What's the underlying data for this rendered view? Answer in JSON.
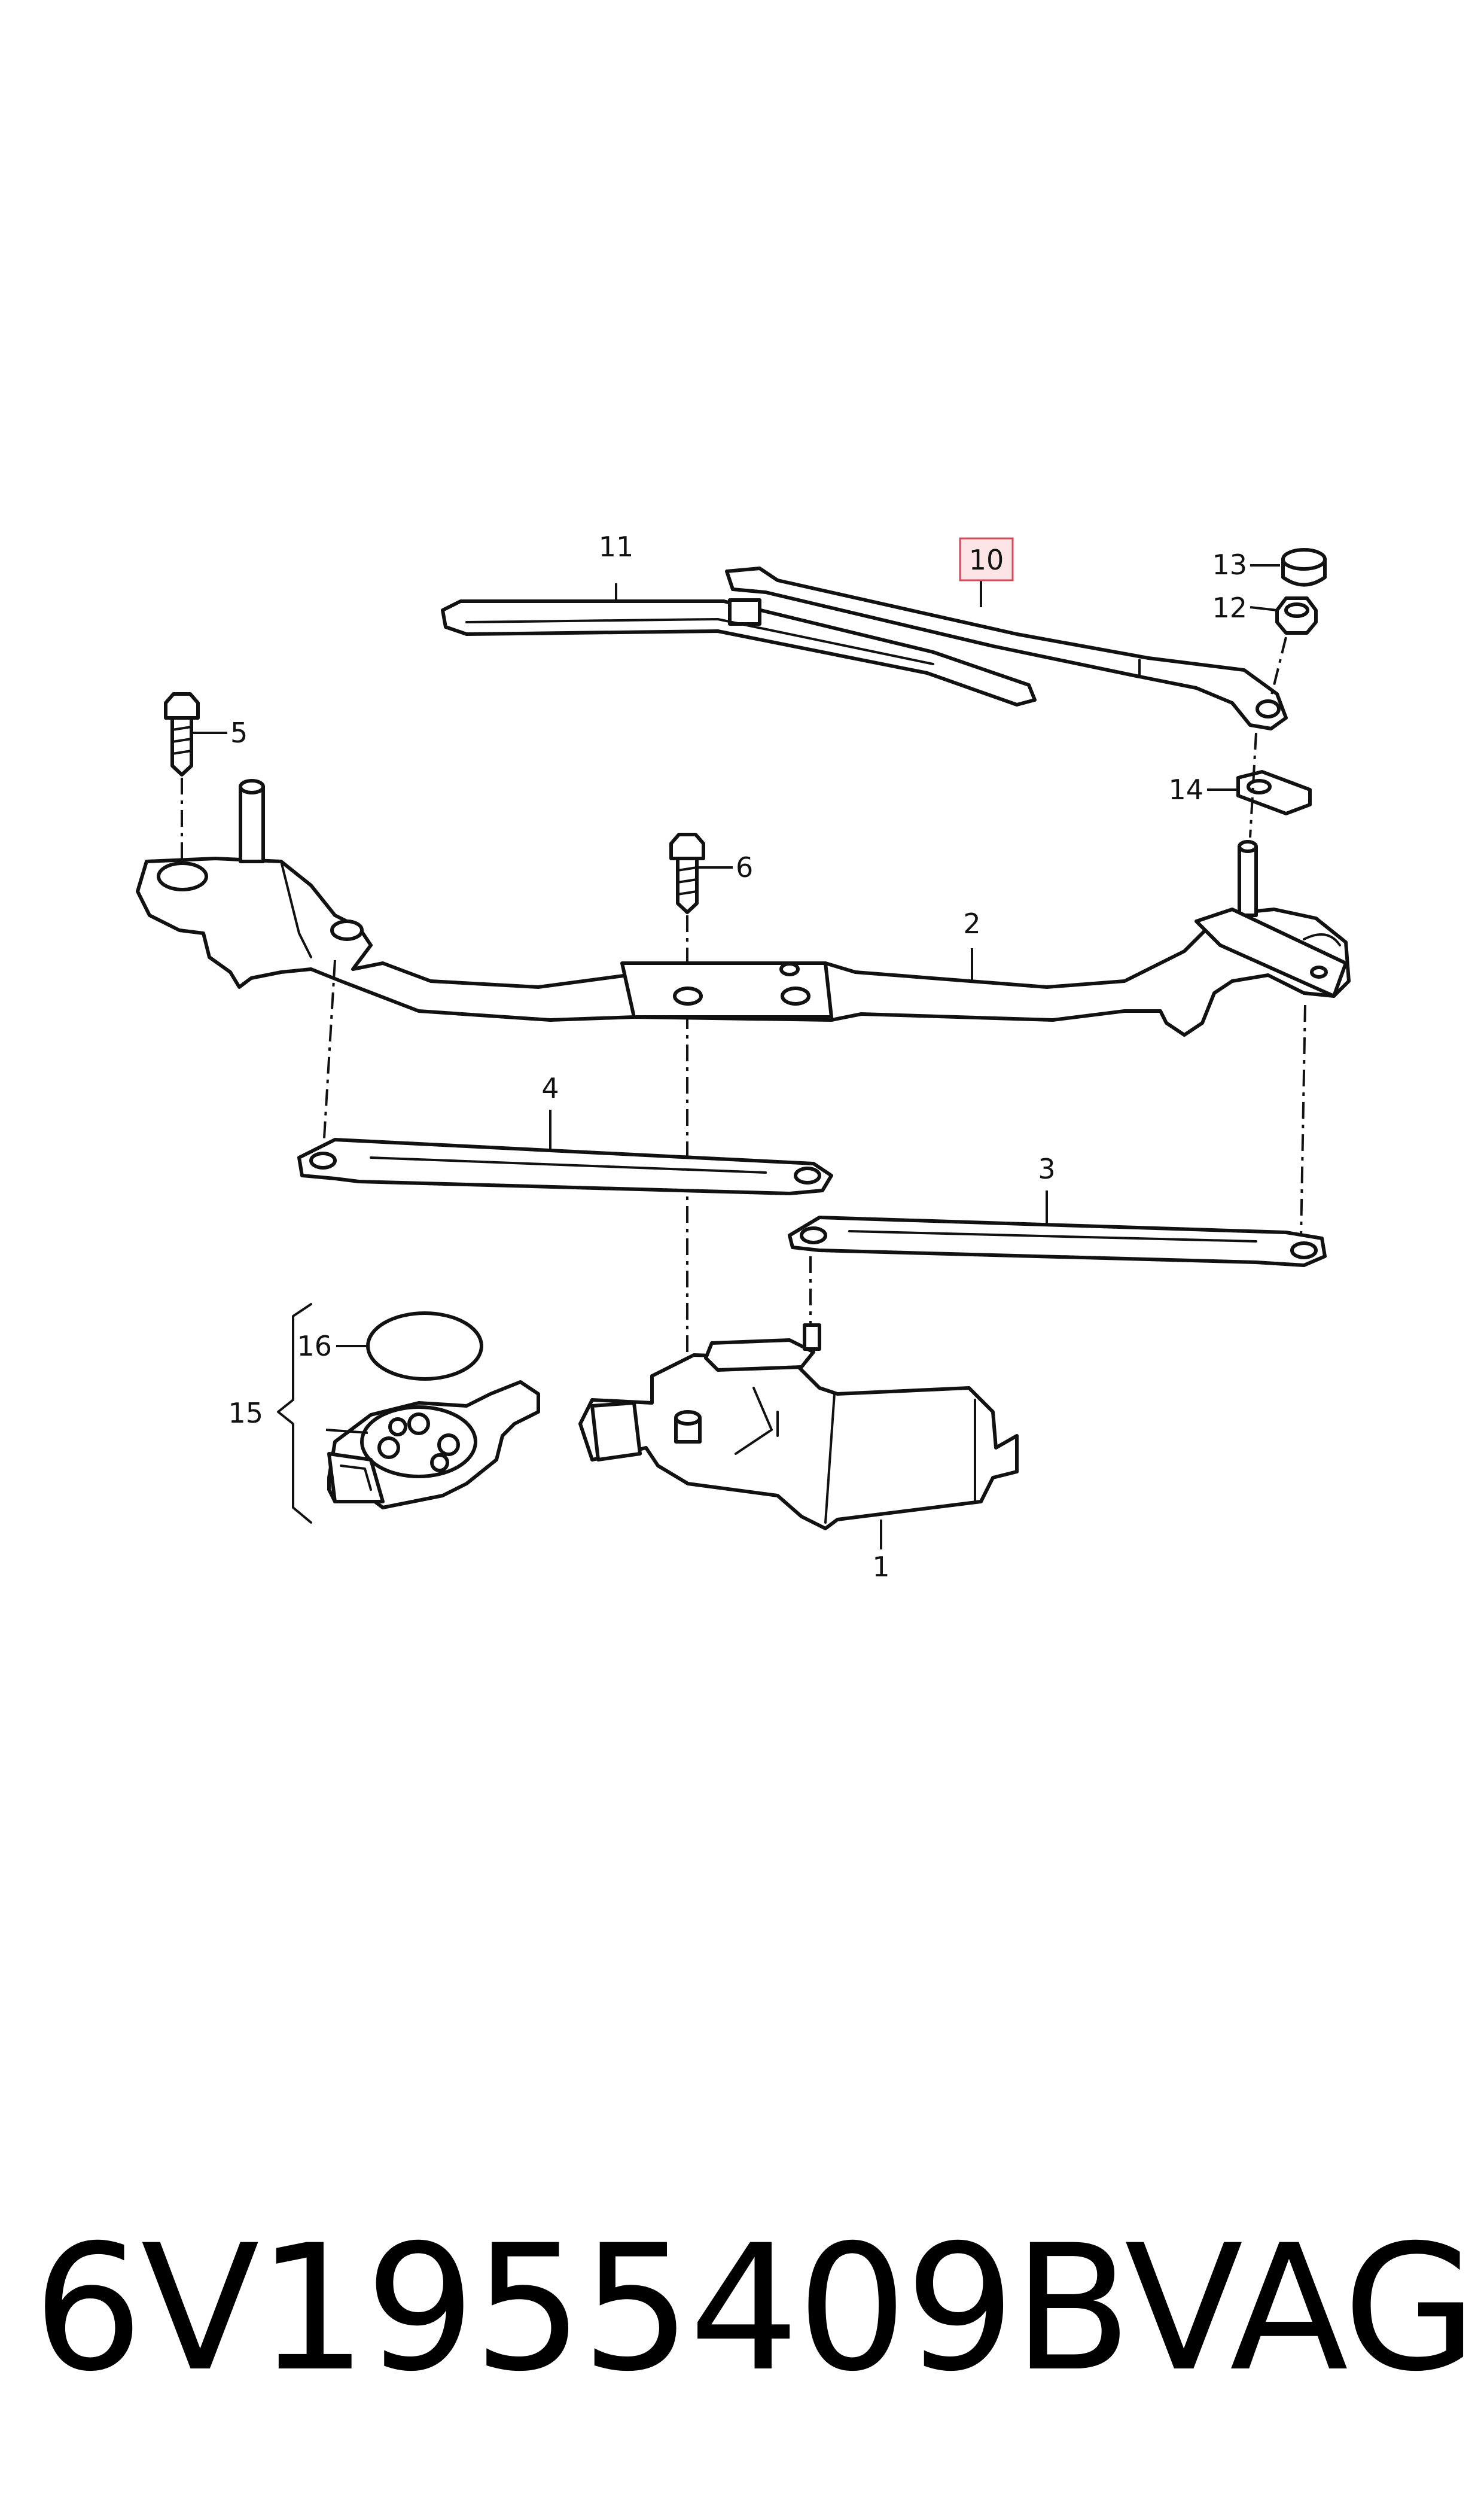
{
  "callouts": {
    "c1": "1",
    "c2": "2",
    "c3": "3",
    "c4": "4",
    "c5": "5",
    "c6": "6",
    "c10": "10",
    "c11": "11",
    "c12": "12",
    "c13": "13",
    "c14": "14",
    "c15": "15",
    "c16": "16"
  },
  "highlighted_callout": "10",
  "colors": {
    "highlight_fill": "#fbe3e6",
    "highlight_stroke": "#d24a5a",
    "line": "#111111"
  },
  "footer": {
    "part_number": "6V1955409B",
    "brand": "VAG"
  }
}
